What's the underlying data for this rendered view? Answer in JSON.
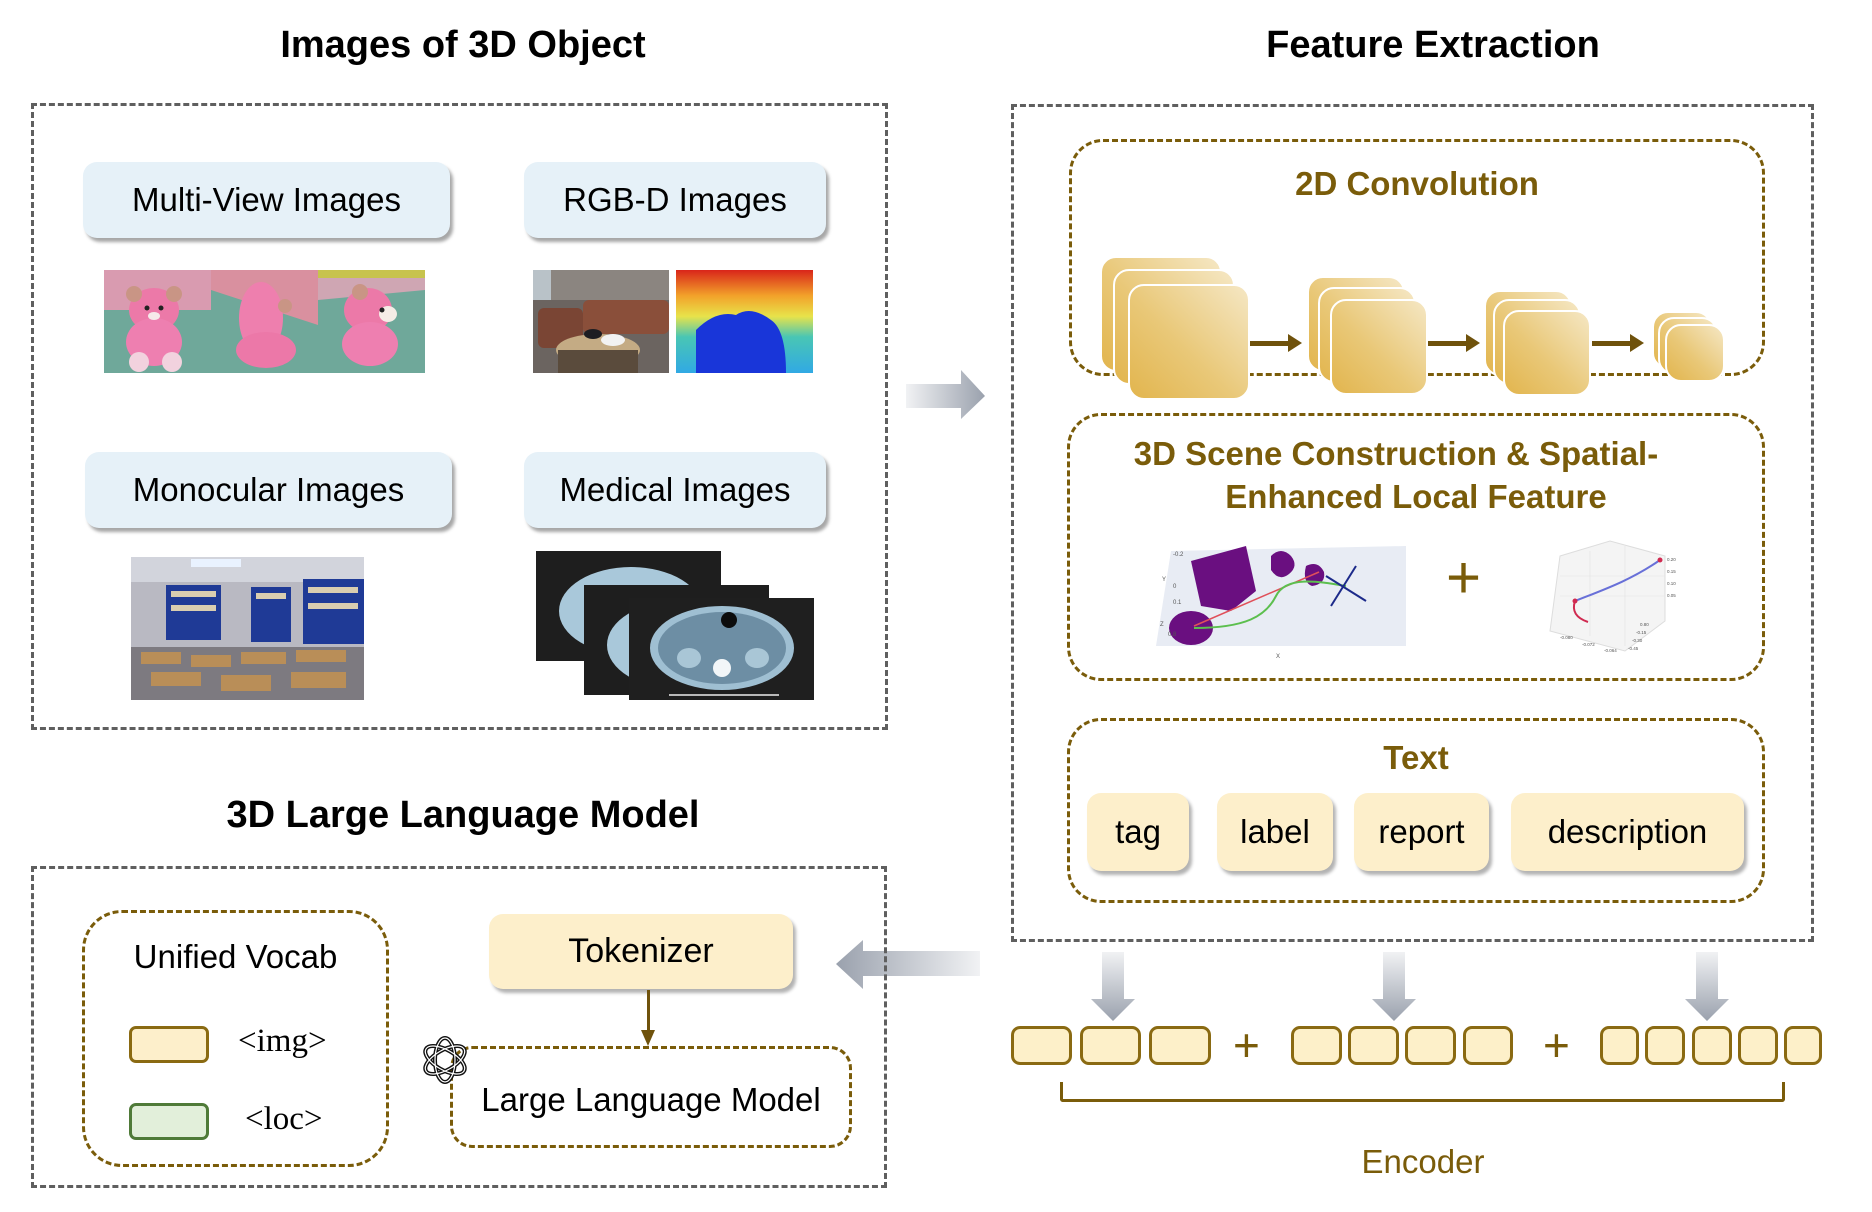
{
  "sections": {
    "images_title": "Images of 3D Object",
    "feature_title": "Feature Extraction",
    "llm_title": "3D Large Language Model"
  },
  "image_types": [
    {
      "label": "Multi-View Images",
      "picture": "teddy bear from three viewpoints"
    },
    {
      "label": "RGB-D Images",
      "picture": "living room photo and depth map"
    },
    {
      "label": "Monocular Images",
      "picture": "classroom photo"
    },
    {
      "label": "Medical Images",
      "picture": "stack of abdominal CT slices"
    }
  ],
  "feature_extraction": {
    "conv_title": "2D Convolution",
    "scene_title_line1": "3D Scene Construction & Spatial-",
    "scene_title_line2": "Enhanced Local Feature",
    "scene_plus": "+",
    "scene_plot1_ticks": [
      "-0.2",
      "0",
      "0.1",
      "0.8"
    ],
    "scene_plot1_axis": [
      "Y",
      "Z",
      "X"
    ],
    "scene_plot2_ticks": [
      "0.20",
      "0.15",
      "0.10",
      "0.05",
      "-0.080",
      "-0.072",
      "-0.064",
      "0.80",
      "-0.15",
      "-0.30",
      "-0.45"
    ],
    "text_title": "Text",
    "text_chips": [
      "tag",
      "label",
      "report",
      "description"
    ]
  },
  "encoder": {
    "groups": [
      3,
      4,
      5
    ],
    "plus": "+",
    "label": "Encoder"
  },
  "llm": {
    "vocab_title": "Unified Vocab",
    "vocab_items": [
      {
        "token": "<img>",
        "color": "#fdefcb",
        "border": "#8a6a12"
      },
      {
        "token": "<loc>",
        "color": "#e2efda",
        "border": "#4f7a38"
      }
    ],
    "tokenizer_label": "Tokenizer",
    "model_label": "Large Language Model",
    "logo_icon": "openai-logo-icon"
  },
  "colors": {
    "gold": "#7a5c0a",
    "blue_label": "#e6f1f8",
    "yellow_chip": "#fdefcb",
    "arrow_gray": "#9aa1ad",
    "dash_gray": "#5f5f5f"
  }
}
